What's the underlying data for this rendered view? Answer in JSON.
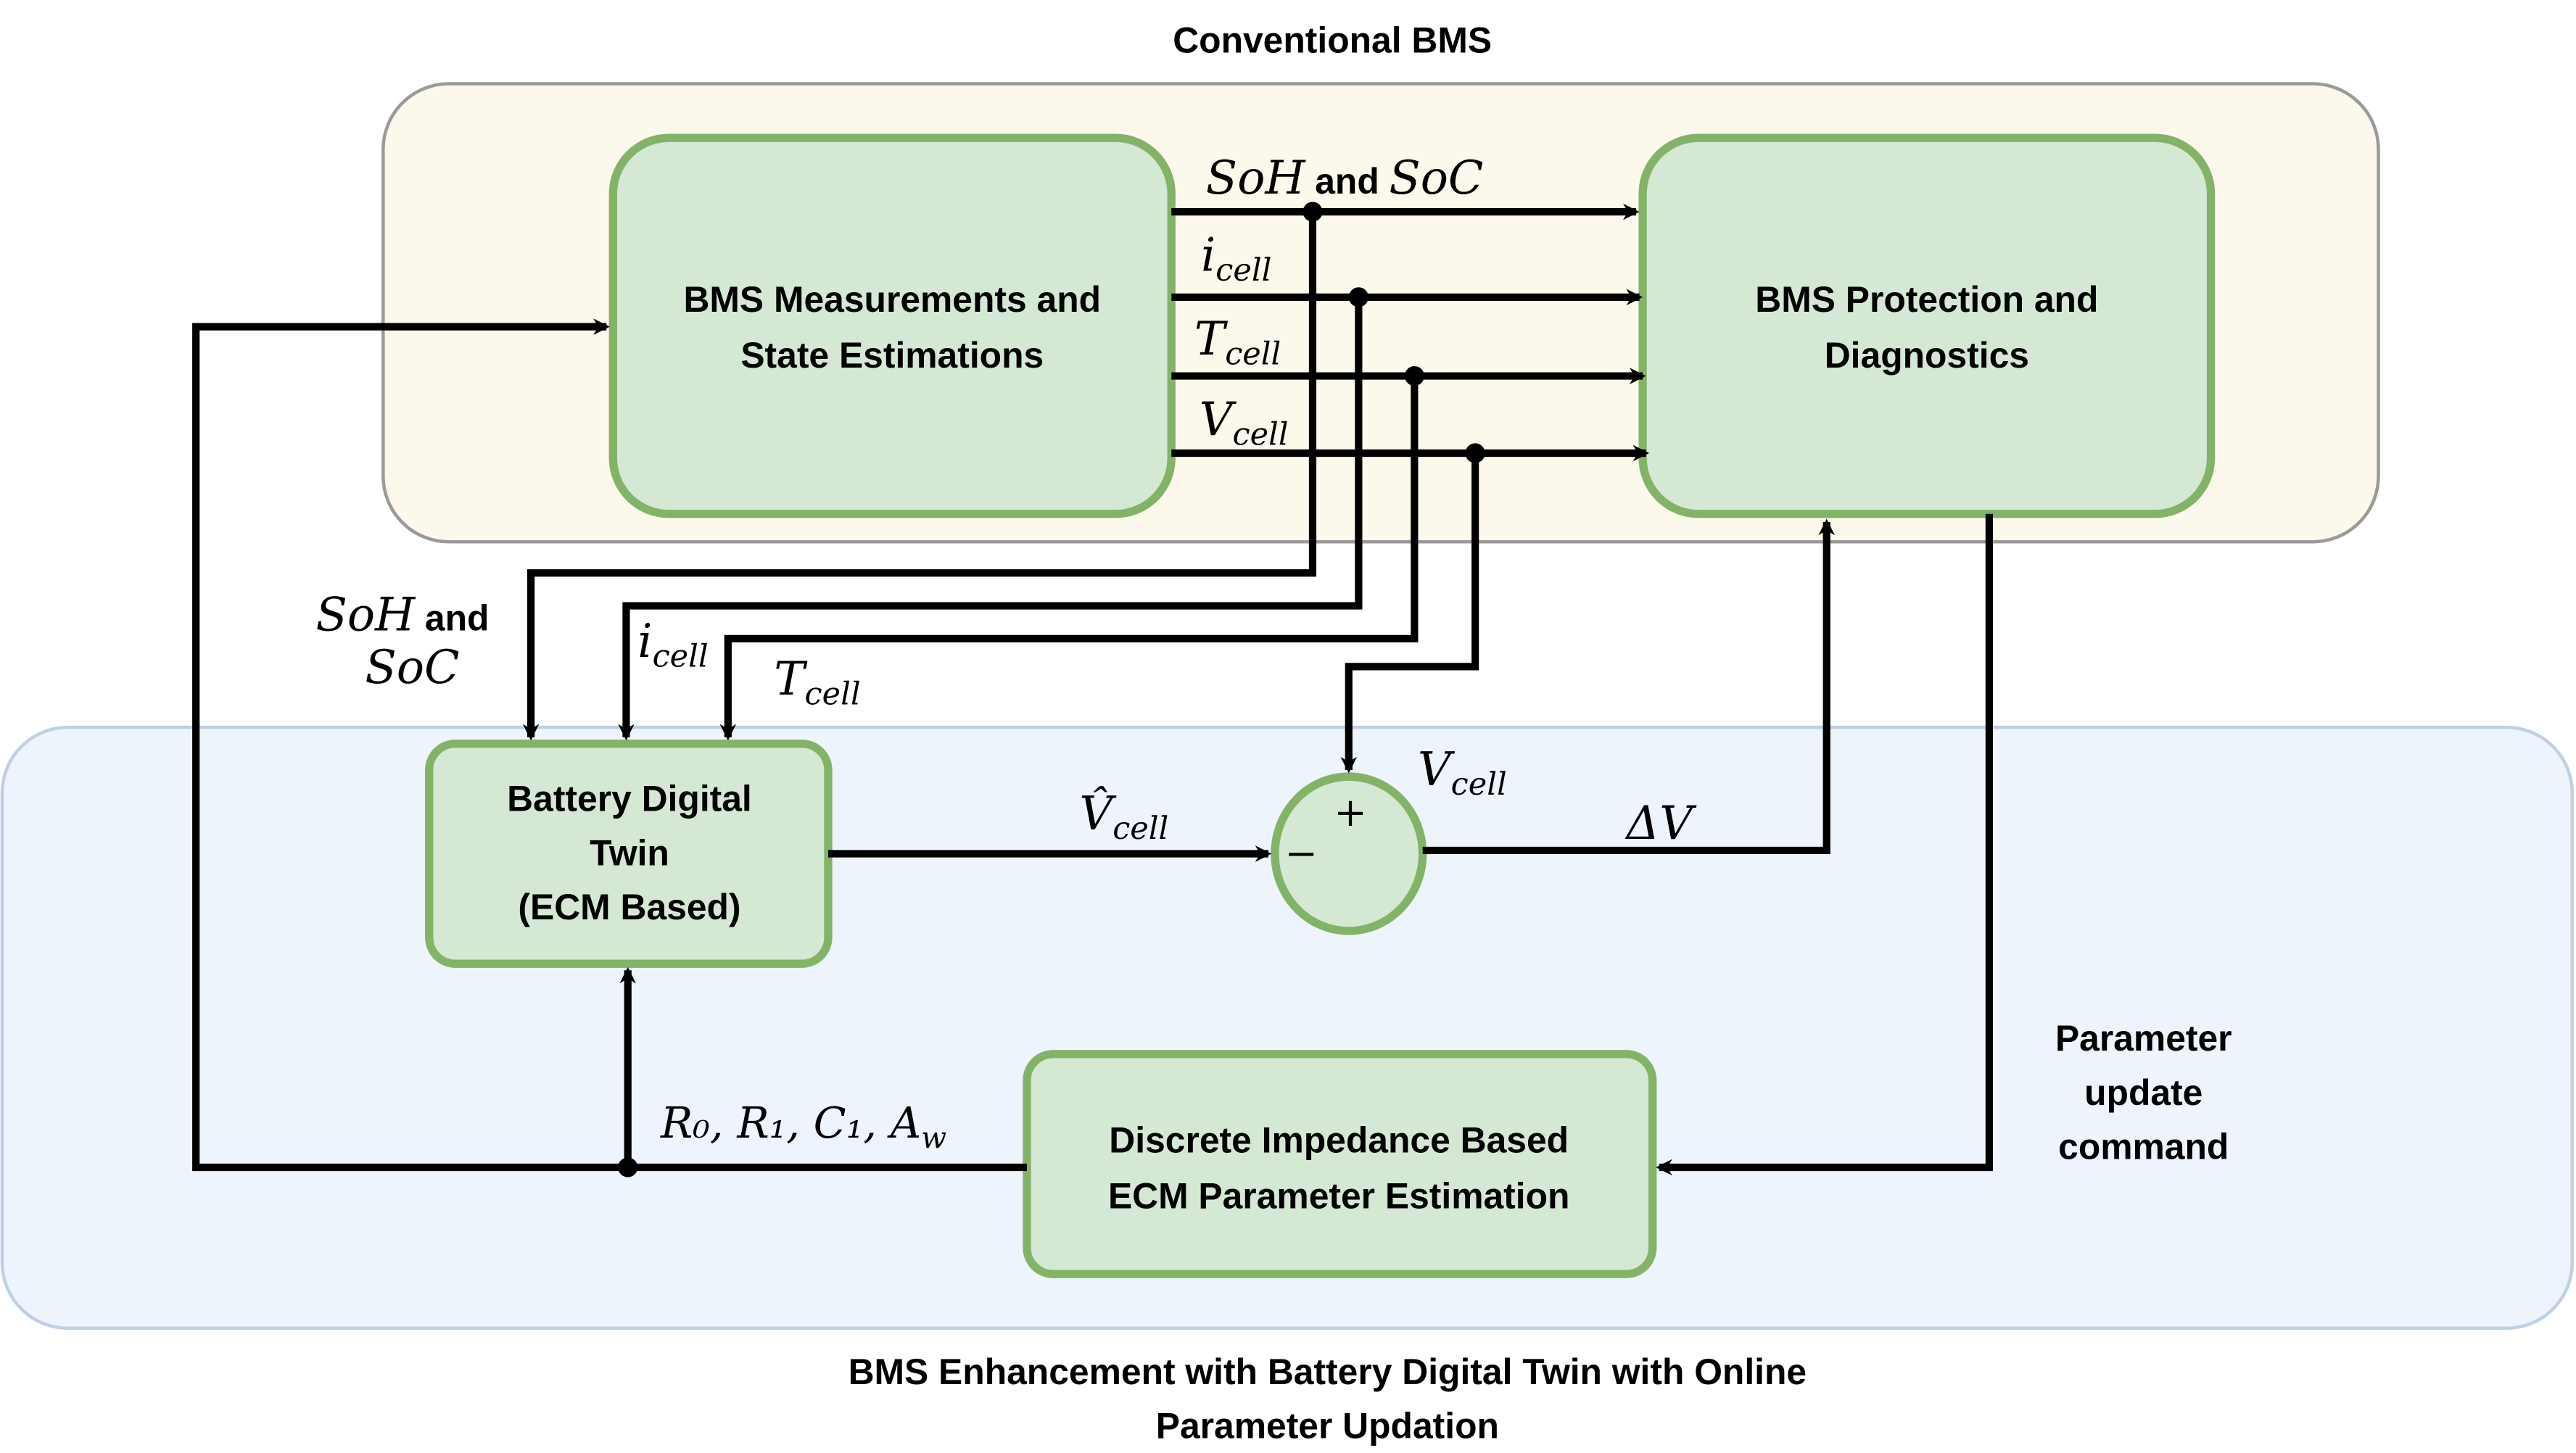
{
  "regions": {
    "conventional": {
      "title": "Conventional BMS",
      "fill": "#fdf8ec",
      "stroke": "#9a9a9a"
    },
    "enhancement": {
      "title_line1": "BMS Enhancement with Battery Digital Twin with Online",
      "title_line2": "Parameter Updation",
      "fill": "#eef4fc",
      "stroke": "#bfd0e4"
    }
  },
  "blocks": {
    "measurements": {
      "line1": "BMS Measurements and",
      "line2": "State Estimations"
    },
    "protection": {
      "line1": "BMS Protection and",
      "line2": "Diagnostics"
    },
    "digital_twin": {
      "line1": "Battery Digital",
      "line2": "Twin",
      "line3": "(ECM Based)"
    },
    "estimation": {
      "line1": "Discrete Impedance Based",
      "line2": "ECM Parameter Estimation"
    },
    "summer": {
      "plus": "+",
      "minus": "−"
    }
  },
  "signals": {
    "soh": "SoH",
    "and": "and",
    "soc": "SoC",
    "i": "i",
    "T": "T",
    "V": "V",
    "cell": "cell",
    "vhat": "V̂",
    "delta_v": "ΔV",
    "params": "R₀, R₁, C₁, A",
    "params_sub": "w",
    "update_line1": "Parameter",
    "update_line2": "update",
    "update_line3": "command"
  }
}
